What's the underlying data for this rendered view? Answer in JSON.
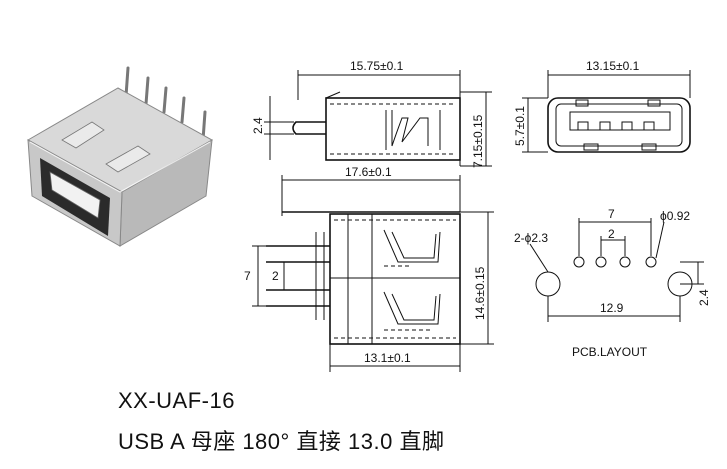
{
  "title": {
    "model": "XX-UAF-16",
    "description": "USB A 母座 180°  直接 13.0 直脚"
  },
  "dimensions": {
    "top_length": "15.75±0.1",
    "top_height_left": "2.4",
    "top_height_right": "7.15±0.15",
    "front_width": "13.15±0.1",
    "front_height": "5.7±0.1",
    "side_length": "17.6±0.1",
    "side_pin_span": "7",
    "side_pin_pitch": "2",
    "side_height": "14.6±0.15",
    "side_bottom": "13.1±0.1"
  },
  "pcb_layout": {
    "label": "PCB.LAYOUT",
    "pin_span": "7",
    "pin_pitch": "2",
    "pin_hole": "ϕ0.92",
    "mount_hole": "2-ϕ2.3",
    "mount_span": "12.9",
    "mount_offset": "2.4"
  }
}
